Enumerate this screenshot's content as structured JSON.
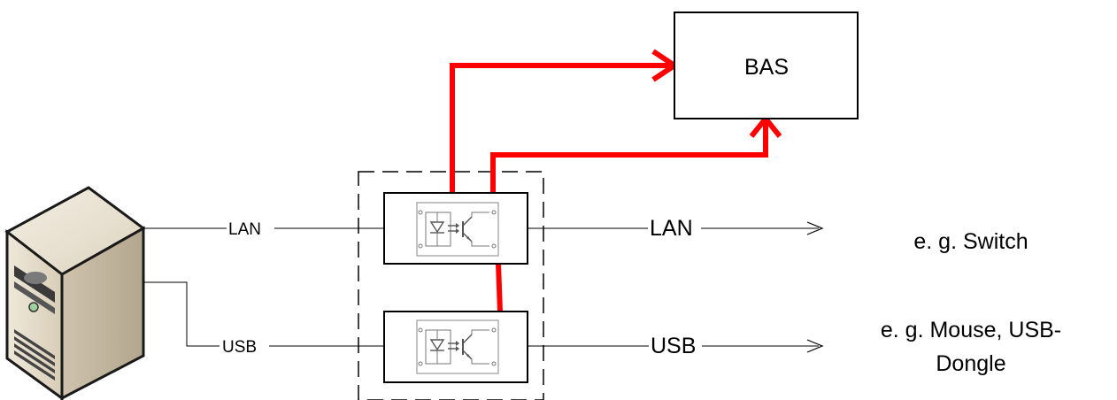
{
  "bas": {
    "label": "BAS"
  },
  "connections": {
    "lan_in": "LAN",
    "usb_in": "USB",
    "lan_out": "LAN",
    "usb_out": "USB"
  },
  "targets": {
    "lan": "e. g. Switch",
    "usb_line1": "e. g. Mouse, USB-",
    "usb_line2": "Dongle"
  },
  "colors": {
    "monitoring_line": "#ff0000",
    "line": "#000000",
    "computer_body": "#d9cfbd"
  },
  "icons": {
    "computer": "server-tower-icon",
    "isolator": "optocoupler-icon"
  }
}
